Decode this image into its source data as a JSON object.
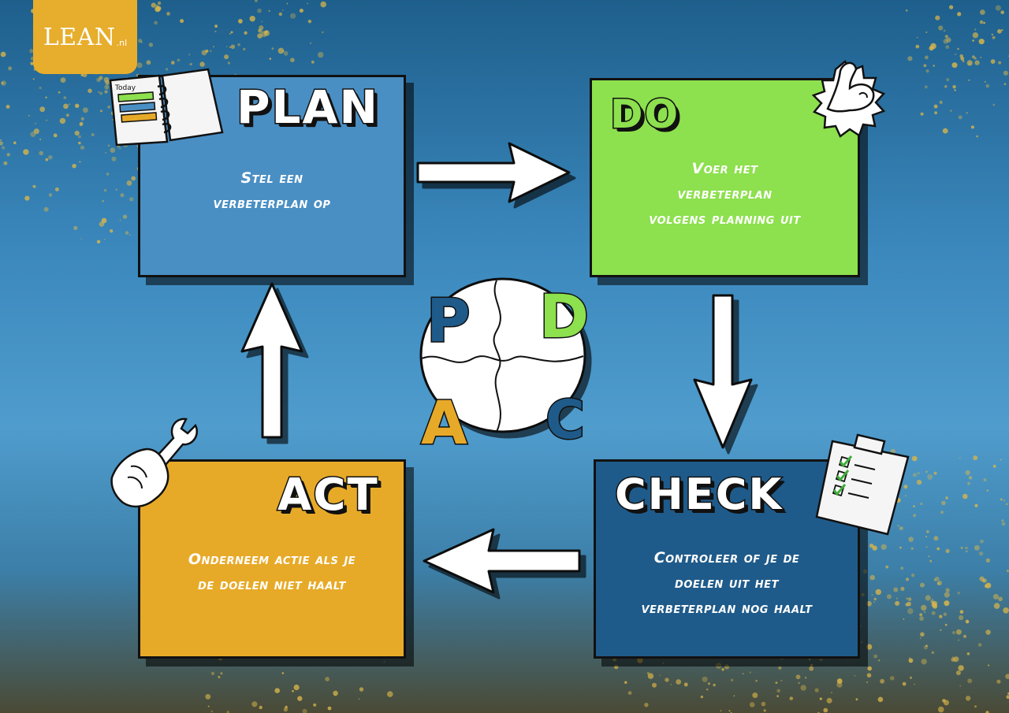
{
  "logo": {
    "text": "LEAN",
    "suffix": ".nl"
  },
  "cards": {
    "plan": {
      "title": "PLAN",
      "lines": [
        "Stel een",
        "verbeterplan op"
      ]
    },
    "do": {
      "title": "DO",
      "lines": [
        "Voer het",
        "verbeterplan",
        "volgens planning uit"
      ]
    },
    "check": {
      "title": "CHECK",
      "lines": [
        "Controleer of je de",
        "doelen uit het",
        "verbeterplan nog haalt"
      ]
    },
    "act": {
      "title": "ACT",
      "lines": [
        "Onderneem actie als je",
        "de doelen niet haalt"
      ]
    }
  },
  "center": {
    "letters": {
      "p": "P",
      "d": "D",
      "a": "A",
      "c": "C"
    }
  },
  "notebook": {
    "label": "Today"
  },
  "colors": {
    "plan": "#4a8fc4",
    "do": "#8de04e",
    "check": "#1f5b8a",
    "act": "#e7aa28",
    "logo": "#e7ad2c",
    "speckle": "#d9b64a"
  },
  "icons": [
    "notebook-icon",
    "flexed-arm-icon",
    "clipboard-checklist-icon",
    "wrench-hand-icon"
  ]
}
